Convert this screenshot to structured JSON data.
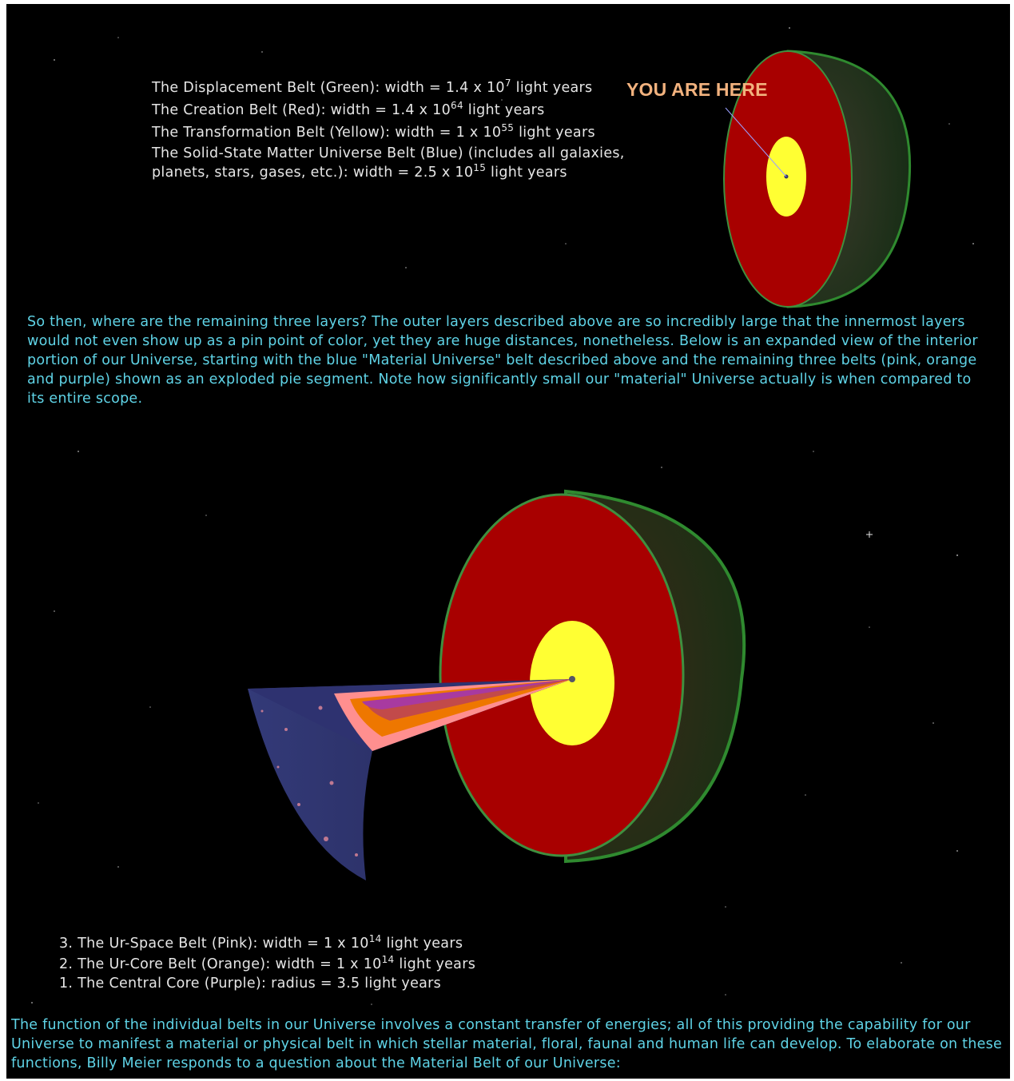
{
  "outer_belts": {
    "displacement": {
      "pre": "The Displacement Belt (Green): width = 1.4 x 10",
      "exp": "7",
      "post": " light years"
    },
    "creation": {
      "pre": "The Creation Belt (Red): width = 1.4 x 10",
      "exp": "64",
      "post": " light years"
    },
    "transformation": {
      "pre": "The Transformation Belt (Yellow): width = 1 x 10",
      "exp": "55",
      "post": " light years"
    },
    "solid_state": {
      "pre": "The Solid-State Matter Universe Belt (Blue) (includes all galaxies, planets, stars, gases, etc.): width = 2.5 x 10",
      "exp": "15",
      "post": " light years"
    }
  },
  "marker_label": "YOU ARE HERE",
  "paragraph_1": "So then, where are the remaining three layers? The outer layers described above are so incredibly large that the innermost layers would not even show up as a pin point of color, yet they are huge distances, nonetheless. Below is an expanded view of the interior portion of our Universe, starting with the blue \"Material Universe\" belt described above and the remaining three belts (pink, orange and purple) shown as an exploded pie segment. Note how significantly small our \"material\" Universe actually is when compared to its entire scope.",
  "inner_belts": {
    "ur_space": {
      "pre": "3. The Ur-Space Belt (Pink): width = 1 x 10",
      "exp": "14",
      "post": " light years"
    },
    "ur_core": {
      "pre": "2. The Ur-Core Belt (Orange): width = 1 x 10",
      "exp": "14",
      "post": " light years"
    },
    "central_core": {
      "pre": "1. The Central Core (Purple): radius = 3.5 light years",
      "exp": "",
      "post": ""
    }
  },
  "paragraph_2": "The function of the individual belts in our Universe involves a constant transfer of energies; all of this providing the capability for our Universe to manifest a material or physical belt in which stellar material, floral, faunal and human life can develop. To elaborate on these functions, Billy Meier responds to a question about the Material Belt of our Universe:",
  "colors": {
    "background": "#000000",
    "white_text": "#e6e6e6",
    "cyan_text": "#5fd3e6",
    "marker_label": "#f2b27e",
    "green_belt": "#1f5a1f",
    "red_belt": "#b00000",
    "yellow_belt": "#ffff33",
    "blue_belt": "#2c2f66",
    "pink_belt": "#ff8f8f",
    "orange_belt": "#ee7700",
    "purple_belt": "#a83aa0"
  }
}
